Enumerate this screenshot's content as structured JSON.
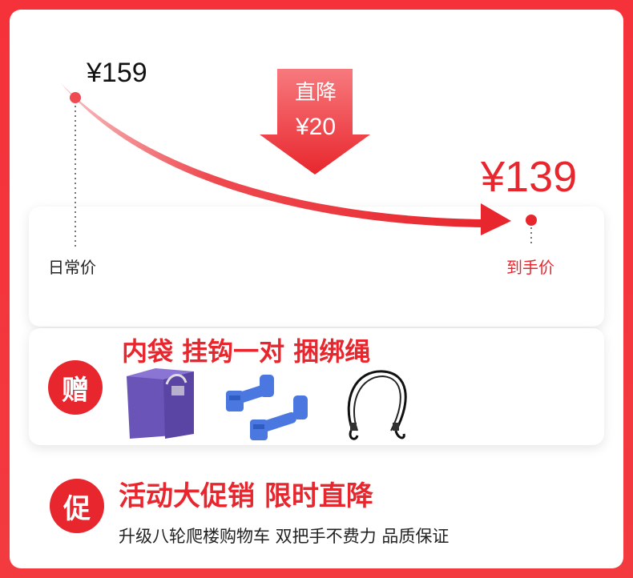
{
  "colors": {
    "accent_red": "#e8262d",
    "bag_purple": "#6a54b8",
    "hook_blue": "#4a78e0",
    "background_red": "#f5323a"
  },
  "price": {
    "original": "¥159",
    "original_label": "日常价",
    "final": "¥139",
    "final_label": "到手价",
    "drop_label": "直降",
    "drop_amount": "¥20"
  },
  "gift": {
    "badge": "赠",
    "title": "内袋 挂钩一对 捆绑绳",
    "items": [
      "purple-bag-icon",
      "blue-hooks-icon",
      "bungee-cord-icon"
    ]
  },
  "promo": {
    "badge": "促",
    "title": "活动大促销 限时直降",
    "subtitle": "升级八轮爬楼购物车 双把手不费力 品质保证"
  }
}
